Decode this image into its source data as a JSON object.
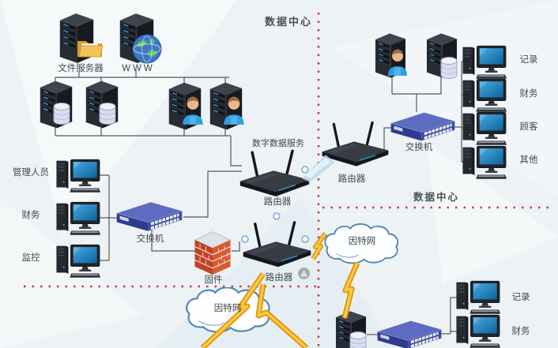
{
  "zones": {
    "top_datacenter": "数据中心",
    "right_datacenter": "数据中心"
  },
  "nodes": {
    "file_server": "文件服务器",
    "www_server": "WWW",
    "digital_data_service": "数字数据服务",
    "center_router": "路由器",
    "gateway_router": "路由器",
    "right_router": "路由器",
    "left_switch": "交换机",
    "right_switch": "交换机",
    "firewall": "固件",
    "left_internet": "因特网",
    "right_internet": "因特网"
  },
  "left_workstations": [
    {
      "label": "管理人员"
    },
    {
      "label": "财务"
    },
    {
      "label": "监控"
    }
  ],
  "right_workstations": [
    {
      "label": "记录"
    },
    {
      "label": "财务"
    },
    {
      "label": "顾客"
    },
    {
      "label": "其他"
    }
  ],
  "bottom_workstations": [
    {
      "label": "记录"
    },
    {
      "label": "财务"
    }
  ],
  "colors": {
    "boundary_red": "#c83a4a",
    "connector_gray": "#55585c",
    "switch_blue": "#4656ae",
    "screen_blue": "#1f88c6",
    "lightning_yellow": "#f3bf35",
    "cloud_stroke": "#4e86b4",
    "firewall_brick": "#c14227"
  }
}
